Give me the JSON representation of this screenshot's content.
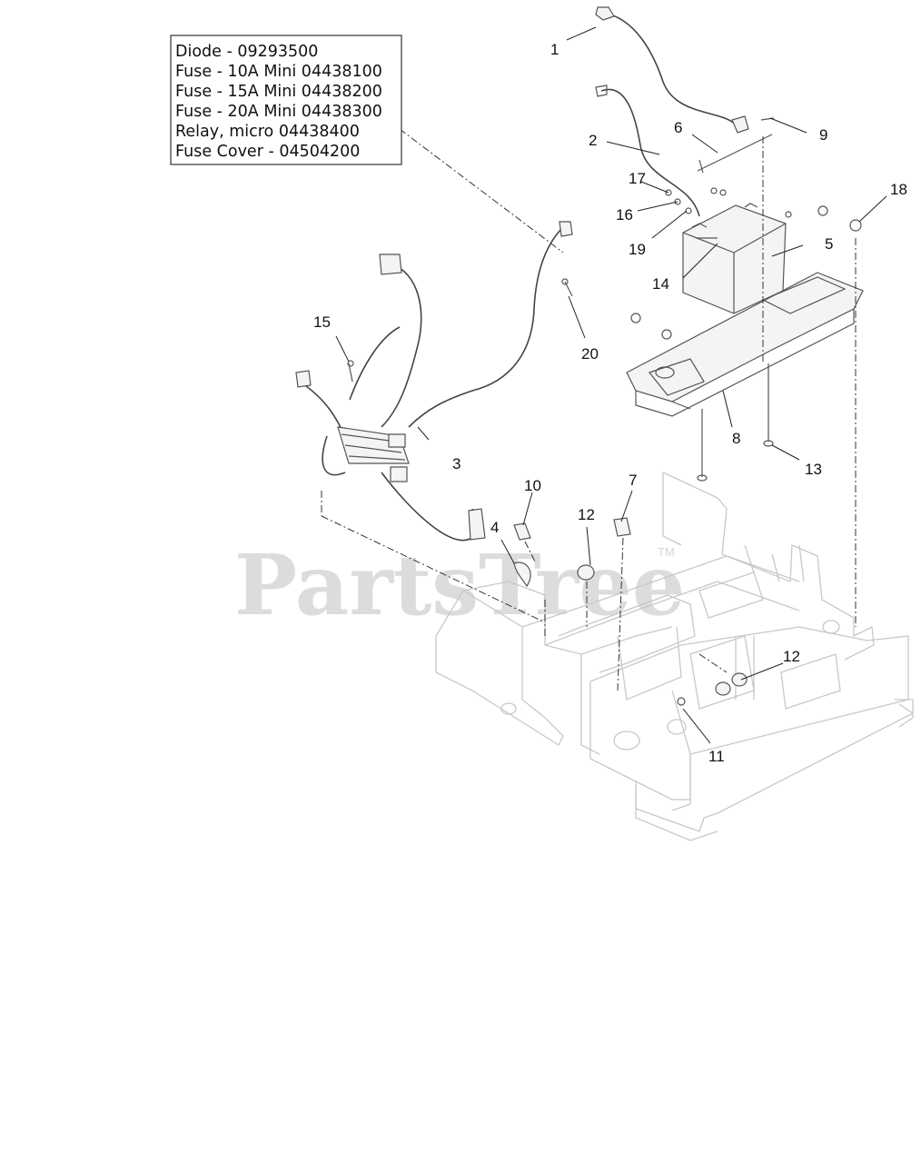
{
  "legend": {
    "lines": [
      "Diode - 09293500",
      "Fuse - 10A Mini 04438100",
      "Fuse - 15A Mini 04438200",
      "Fuse - 20A Mini 04438300",
      "Relay, micro 04438400",
      "Fuse Cover - 04504200"
    ]
  },
  "callouts": {
    "c1": "1",
    "c2": "2",
    "c3": "3",
    "c4": "4",
    "c5": "5",
    "c6": "6",
    "c7": "7",
    "c8": "8",
    "c9": "9",
    "c10": "10",
    "c11": "11",
    "c12a": "12",
    "c12b": "12",
    "c13": "13",
    "c14": "14",
    "c15": "15",
    "c16": "16",
    "c17": "17",
    "c18": "18",
    "c19": "19",
    "c20": "20"
  },
  "watermark": {
    "text": "PartsTree",
    "tm": "TM"
  }
}
